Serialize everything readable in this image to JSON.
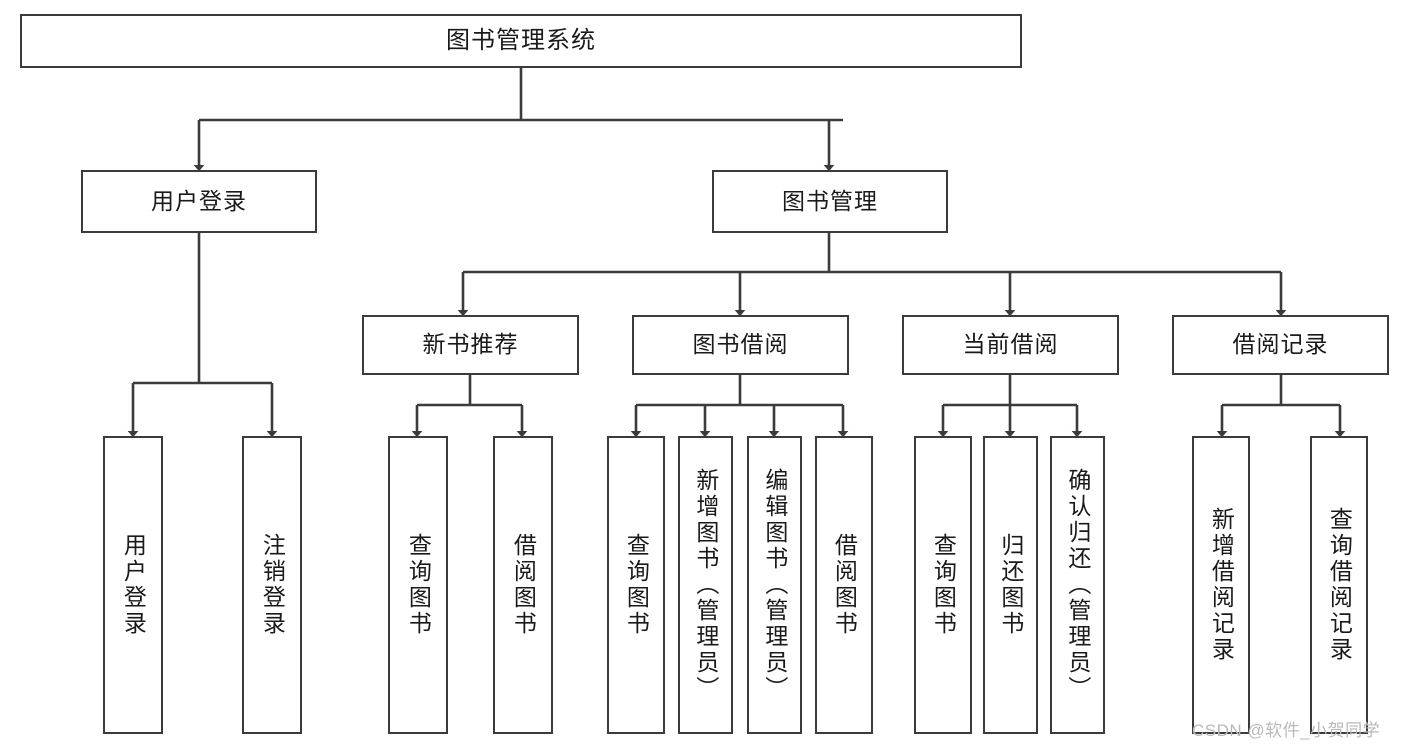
{
  "diagram": {
    "type": "tree-hierarchy",
    "title": "图书管理系统",
    "style": {
      "border_color": "#3b3b3b",
      "background": "#ffffff",
      "text_color": "#1a1a1a",
      "watermark_color": "#b9b9b9"
    }
  },
  "nodes": {
    "root": {
      "label": "图书管理系统",
      "level": 1
    },
    "level2": [
      {
        "id": "user-login",
        "label": "用户登录"
      },
      {
        "id": "book-manage",
        "label": "图书管理"
      }
    ],
    "level3": [
      {
        "id": "new-book-recommend",
        "label": "新书推荐",
        "parent": "book-manage"
      },
      {
        "id": "book-borrow",
        "label": "图书借阅",
        "parent": "book-manage"
      },
      {
        "id": "current-borrow",
        "label": "当前借阅",
        "parent": "book-manage"
      },
      {
        "id": "borrow-record",
        "label": "借阅记录",
        "parent": "book-manage"
      }
    ],
    "leaves": [
      {
        "id": "leaf-user-login",
        "label": "用户登录",
        "parent": "user-login"
      },
      {
        "id": "leaf-logout-login",
        "label": "注销登录",
        "parent": "user-login"
      },
      {
        "id": "leaf-query-book-1",
        "label": "查询图书",
        "parent": "new-book-recommend"
      },
      {
        "id": "leaf-borrow-book-1",
        "label": "借阅图书",
        "parent": "new-book-recommend"
      },
      {
        "id": "leaf-query-book-2",
        "label": "查询图书",
        "parent": "book-borrow"
      },
      {
        "id": "leaf-add-book",
        "label": "新增图书（管理员）",
        "parent": "book-borrow"
      },
      {
        "id": "leaf-edit-book",
        "label": "编辑图书（管理员）",
        "parent": "book-borrow"
      },
      {
        "id": "leaf-borrow-book-2",
        "label": "借阅图书",
        "parent": "book-borrow"
      },
      {
        "id": "leaf-query-book-3",
        "label": "查询图书",
        "parent": "current-borrow"
      },
      {
        "id": "leaf-return-book",
        "label": "归还图书",
        "parent": "current-borrow"
      },
      {
        "id": "leaf-confirm-return",
        "label": "确认归还（管理员）",
        "parent": "current-borrow"
      },
      {
        "id": "leaf-add-record",
        "label": "新增借阅记录",
        "parent": "borrow-record"
      },
      {
        "id": "leaf-query-record",
        "label": "查询借阅记录",
        "parent": "borrow-record"
      }
    ]
  },
  "watermark": {
    "text": "CSDN @软件_小贺同学"
  }
}
